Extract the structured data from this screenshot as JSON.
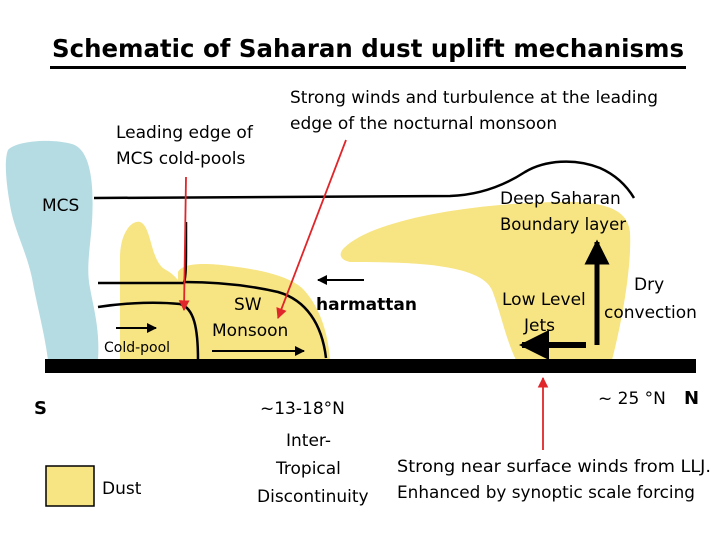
{
  "title": "Schematic of Saharan dust uplift mechanisms",
  "labels": {
    "mcs": "MCS",
    "leading_edge_1": "Leading edge of",
    "leading_edge_2": "MCS cold-pools",
    "strong_winds_1": "Strong winds and turbulence at the leading",
    "strong_winds_2": "edge of the nocturnal monsoon",
    "deep_saharan_1": "Deep Saharan",
    "deep_saharan_2": "Boundary layer",
    "harmattan": "harmattan",
    "sw_1": "SW",
    "sw_2": "Monsoon",
    "cold_pool": "Cold-pool",
    "llj_1": "Low Level",
    "llj_2": "Jets",
    "dry_1": "Dry",
    "dry_2": "convection",
    "south": "S",
    "north": "N",
    "lat_itd": "~13-18°N",
    "lat_25": "~ 25 °N",
    "itd_1": "Inter-",
    "itd_2": "Tropical",
    "itd_3": "Discontinuity",
    "llj_winds_1": "Strong near surface winds from LLJ.",
    "llj_winds_2": "Enhanced by synoptic scale forcing"
  },
  "legend": {
    "dust_label": "Dust"
  },
  "colors": {
    "dust": "#F7E483",
    "mcs_cloud": "#B6DCE3",
    "ground": "#000000",
    "annotation_arrow": "#E0262A"
  }
}
